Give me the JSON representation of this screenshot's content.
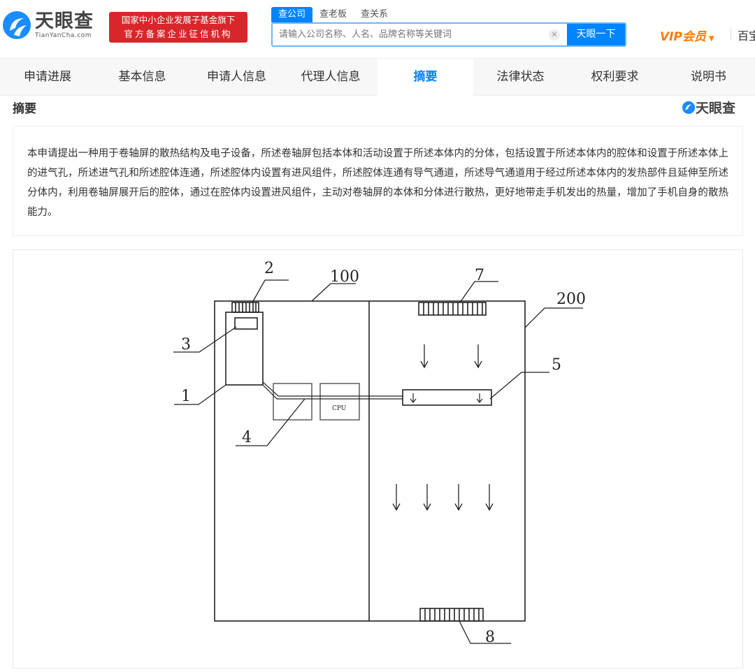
{
  "header": {
    "logo_cn": "天眼查",
    "logo_en": "TianYanCha.com",
    "badge_line1": "国家中小企业发展子基金旗下",
    "badge_line2": "官方备案企业征信机构",
    "search_tabs": [
      "查公司",
      "查老板",
      "查关系"
    ],
    "search_placeholder": "请输入公司名称、人名、品牌名称等关键词",
    "search_button": "天眼一下",
    "vip_label": "VIP会员",
    "more_label": "百宝"
  },
  "nav": {
    "tabs": [
      "申请进展",
      "基本信息",
      "申请人信息",
      "代理人信息",
      "摘要",
      "法律状态",
      "权利要求",
      "说明书"
    ],
    "active": "摘要"
  },
  "section": {
    "title": "摘要",
    "watermark": "天眼查",
    "abstract": "本申请提出一种用于卷轴屏的散热结构及电子设备，所述卷轴屏包括本体和活动设置于所述本体内的分体，包括设置于所述本体内的腔体和设置于所述本体上的进气孔，所述进气孔和所述腔体连通，所述腔体内设置有进风组件，所述腔体连通有导气通道，所述导气通道用于经过所述本体内的发热部件且延伸至所述分体内，利用卷轴屏展开后的腔体，通过在腔体内设置进风组件，主动对卷轴屏的本体和分体进行散热，更好地带走手机发出的热量，增加了手机自身的散热能力。"
  },
  "figure": {
    "labels": {
      "l1": "1",
      "l2": "2",
      "l3": "3",
      "l4": "4",
      "l5": "5",
      "l7": "7",
      "l8": "8",
      "l100": "100",
      "l200": "200",
      "cpu": "CPU"
    }
  },
  "colors": {
    "accent": "#0084ff",
    "badge": "#d9262b",
    "vip": "#ff7a00"
  }
}
